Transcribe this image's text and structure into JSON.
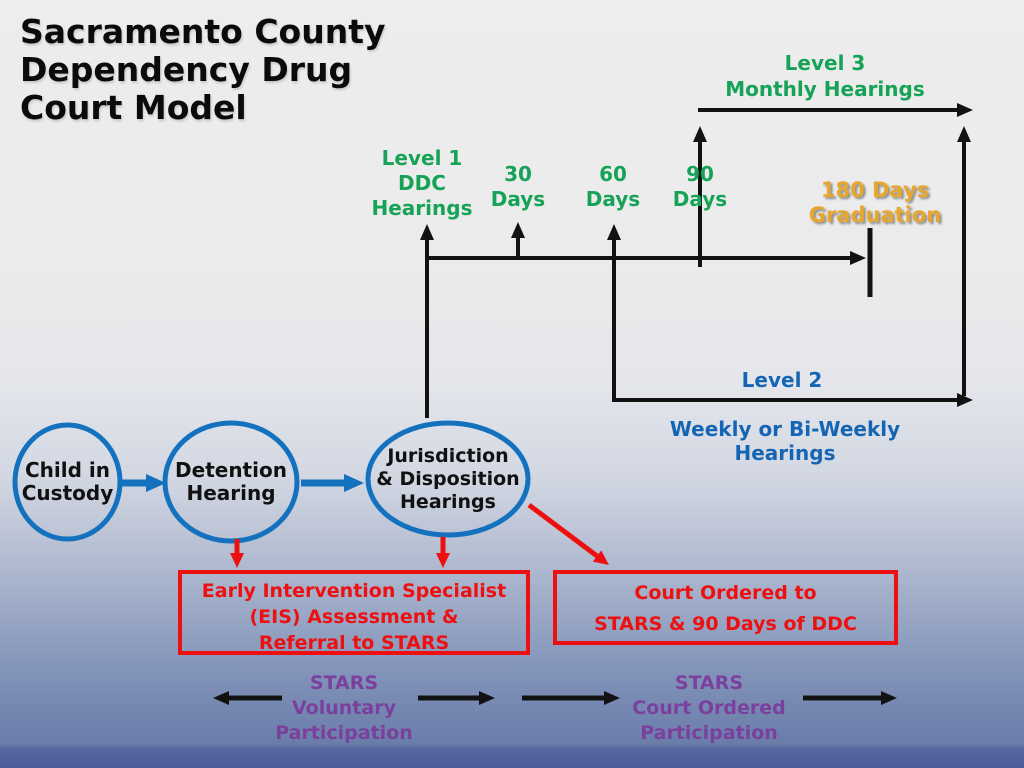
{
  "title": {
    "lines": [
      "Sacramento County",
      "Dependency Drug",
      "Court Model"
    ]
  },
  "timeline": {
    "level1": {
      "lines": [
        "Level 1",
        "DDC",
        "Hearings"
      ]
    },
    "day30": {
      "lines": [
        "30",
        "Days"
      ]
    },
    "day60": {
      "lines": [
        "60",
        "Days"
      ]
    },
    "day90": {
      "lines": [
        "90",
        "Days"
      ]
    },
    "level3": {
      "lines": [
        "Level 3",
        "Monthly Hearings"
      ]
    },
    "graduation": {
      "lines": [
        "180 Days",
        "Graduation"
      ]
    },
    "level2": {
      "label": "Level 2",
      "sub_lines": [
        "Weekly or Bi-Weekly",
        "Hearings"
      ]
    }
  },
  "flow": {
    "child_in_custody": {
      "lines": [
        "Child in",
        "Custody"
      ]
    },
    "detention_hearing": {
      "lines": [
        "Detention",
        "Hearing"
      ]
    },
    "jurisdiction": {
      "lines": [
        "Jurisdiction",
        "& Disposition",
        "Hearings"
      ]
    }
  },
  "boxes": {
    "eis": {
      "lines": [
        "Early Intervention Specialist",
        "(EIS) Assessment &",
        "Referral to STARS"
      ]
    },
    "court_ordered": {
      "lines": [
        "Court Ordered to",
        "STARS & 90 Days of DDC"
      ]
    }
  },
  "stars": {
    "voluntary": {
      "lines": [
        "STARS",
        "Voluntary",
        "Participation"
      ]
    },
    "court_ordered": {
      "lines": [
        "STARS",
        "Court Ordered",
        "Participation"
      ]
    }
  },
  "colors": {
    "title_text": "#0b0b0b",
    "level_green": "#16A357",
    "gold": "#E7A72F",
    "blue_text": "#1565B5",
    "purple": "#7B3F9E",
    "red": "#EE1010",
    "ellipse_blue": "#1371BE",
    "arrow_black": "#121212",
    "bg_top": "#EDEDED",
    "bg_bottom": "#4C5C9A"
  }
}
